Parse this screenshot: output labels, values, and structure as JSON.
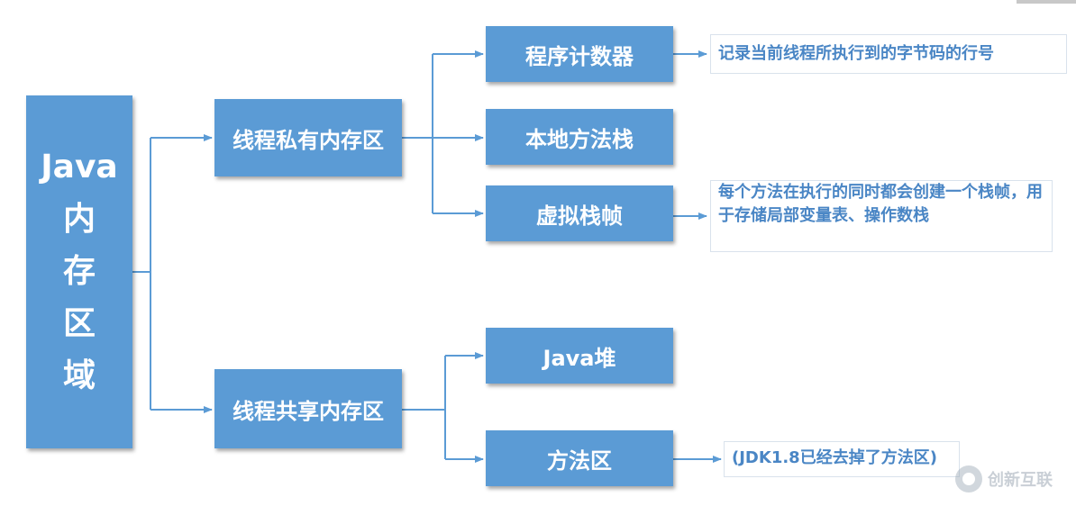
{
  "root": {
    "label_lines": [
      "Java",
      "内",
      "存",
      "区",
      "域"
    ]
  },
  "branches": {
    "private": {
      "label": "线程私有内存区",
      "children": {
        "pc": {
          "label": "程序计数器",
          "note": "记录当前线程所执行到的字节码的行号"
        },
        "native": {
          "label": "本地方法栈"
        },
        "vmstack": {
          "label": "虚拟栈帧",
          "note": "每个方法在执行的同时都会创建一个栈帧，用于存储局部变量表、操作数栈"
        }
      }
    },
    "shared": {
      "label": "线程共享内存区",
      "children": {
        "heap": {
          "label": "Java堆"
        },
        "method": {
          "label": "方法区",
          "note": "(JDK1.8已经去掉了方法区)"
        }
      }
    }
  },
  "watermark": {
    "text": "创新互联"
  },
  "colors": {
    "box": "#5b9bd5",
    "line": "#5b9bd5",
    "note_text": "#4a86c5"
  }
}
